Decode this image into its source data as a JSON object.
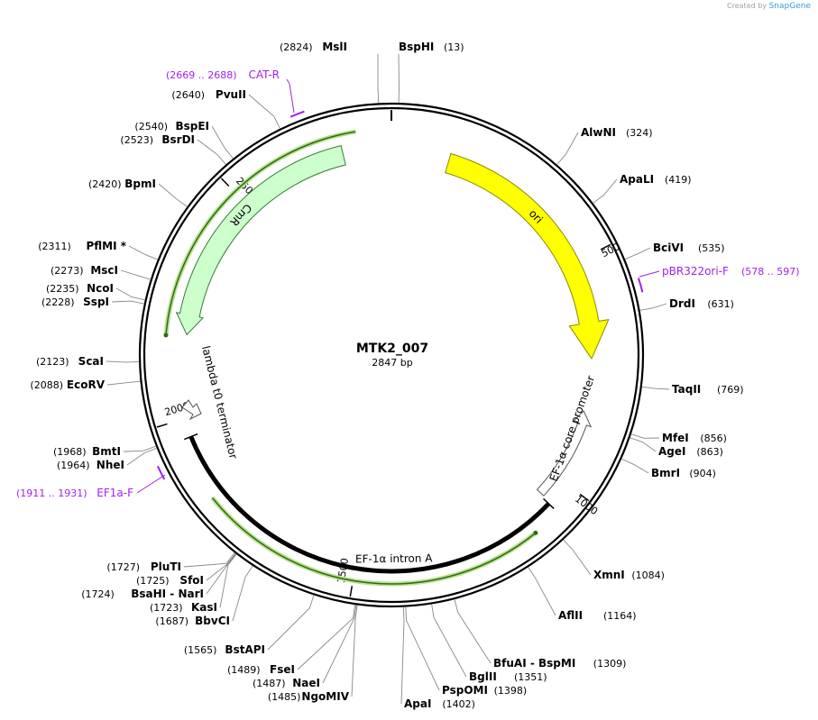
{
  "credit": {
    "created_by": "Created by",
    "brand": "SnapGene"
  },
  "plasmid": {
    "name": "MTK2_007",
    "length_bp": 2847,
    "length_label": "2847 bp"
  },
  "ticks": [
    500,
    1000,
    1500,
    2000,
    2500
  ],
  "restriction_sites": [
    {
      "name": "BspHI",
      "pos": 13
    },
    {
      "name": "AlwNI",
      "pos": 324
    },
    {
      "name": "ApaLI",
      "pos": 419
    },
    {
      "name": "BciVI",
      "pos": 535
    },
    {
      "name": "DrdI",
      "pos": 631
    },
    {
      "name": "TaqII",
      "pos": 769
    },
    {
      "name": "MfeI",
      "pos": 856
    },
    {
      "name": "AgeI",
      "pos": 863
    },
    {
      "name": "BmrI",
      "pos": 904
    },
    {
      "name": "XmnI",
      "pos": 1084
    },
    {
      "name": "AflII",
      "pos": 1164
    },
    {
      "name": "BfuAI - BspMI",
      "pos": 1309
    },
    {
      "name": "BglII",
      "pos": 1351
    },
    {
      "name": "PspOMI",
      "pos": 1398
    },
    {
      "name": "ApaI",
      "pos": 1402
    },
    {
      "name": "NgoMIV",
      "pos": 1485
    },
    {
      "name": "NaeI",
      "pos": 1487
    },
    {
      "name": "FseI",
      "pos": 1489
    },
    {
      "name": "BstAPI",
      "pos": 1565
    },
    {
      "name": "BbvCI",
      "pos": 1687
    },
    {
      "name": "KasI",
      "pos": 1723
    },
    {
      "name": "BsaHI - NarI",
      "pos": 1724
    },
    {
      "name": "SfoI",
      "pos": 1725
    },
    {
      "name": "PluTI",
      "pos": 1727
    },
    {
      "name": "NheI",
      "pos": 1964
    },
    {
      "name": "BmtI",
      "pos": 1968
    },
    {
      "name": "EcoRV",
      "pos": 2088
    },
    {
      "name": "ScaI",
      "pos": 2123
    },
    {
      "name": "SspI",
      "pos": 2228
    },
    {
      "name": "NcoI",
      "pos": 2235
    },
    {
      "name": "MscI",
      "pos": 2273
    },
    {
      "name": "PflMI *",
      "pos": 2311
    },
    {
      "name": "BpmI",
      "pos": 2420
    },
    {
      "name": "BsrDI",
      "pos": 2523
    },
    {
      "name": "BspEI",
      "pos": 2540
    },
    {
      "name": "PvuII",
      "pos": 2640
    },
    {
      "name": "MslI",
      "pos": 2824
    }
  ],
  "primers": [
    {
      "name": "pBR322ori-F",
      "range": "578 .. 597",
      "start": 578,
      "end": 597
    },
    {
      "name": "EF1a-F",
      "range": "1911 .. 1931",
      "start": 1911,
      "end": 1931
    },
    {
      "name": "CAT-R",
      "range": "2669 .. 2688",
      "start": 2669,
      "end": 2688
    }
  ],
  "features": [
    {
      "name": "ori",
      "type": "ori",
      "start": 130,
      "end": 720,
      "direction": "forward",
      "color": "#ffff00"
    },
    {
      "name": "EF-1α core promoter",
      "type": "promoter",
      "start": 840,
      "end": 1050,
      "direction": "reverse",
      "color": "#ffffff"
    },
    {
      "name": "EF-1α intron A",
      "type": "intron",
      "start": 1050,
      "end": 1990,
      "direction": "none",
      "color": "#000000"
    },
    {
      "name": "lambda t0 terminator",
      "type": "terminator",
      "start": 2090,
      "end": 2170,
      "direction": "reverse",
      "color": "#ffffff"
    },
    {
      "name": "CmR",
      "type": "cds",
      "start": 2180,
      "end": 2740,
      "direction": "reverse",
      "color": "#ccffcc"
    }
  ],
  "colors": {
    "backbone": "#000000",
    "primer": "#a020f0",
    "ori": "#ffff00",
    "cds": "#ccffcc",
    "orf": "#99cc66"
  }
}
